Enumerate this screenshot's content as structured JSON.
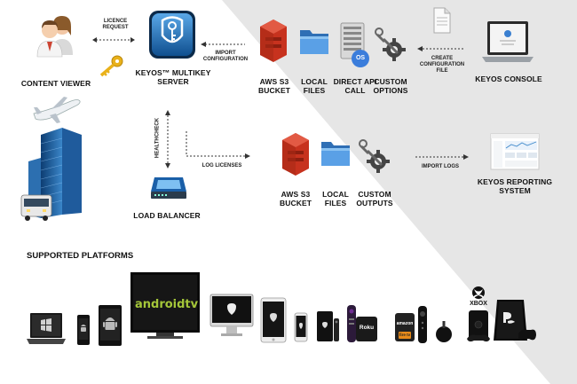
{
  "colors": {
    "background_light": "#ffffff",
    "background_grey": "#e6e6e6",
    "aws_red": "#c7321e",
    "folder_blue": "#4a8fd6",
    "keyos_blue": "#1a6fb8",
    "key_gold": "#e9b11a",
    "device_black": "#111111"
  },
  "nodes": {
    "content_viewer": "CONTENT VIEWER",
    "multikey_server": "KEYOS™ MULTIKEY\nSERVER",
    "load_balancer": "LOAD BALANCER",
    "keyos_console": "KEYOS CONSOLE",
    "reporting_system": "KEYOS REPORTING\nSYSTEM"
  },
  "config_sources": [
    {
      "label": "AWS S3\nBUCKET",
      "icon": "aws-s3-icon"
    },
    {
      "label": "LOCAL\nFILES",
      "icon": "folder-icon"
    },
    {
      "label": "DIRECT API\nCALL",
      "icon": "server-api-icon"
    },
    {
      "label": "CUSTOM\nOPTIONS",
      "icon": "gear-wrench-icon"
    }
  ],
  "log_outputs": [
    {
      "label": "AWS S3\nBUCKET",
      "icon": "aws-s3-icon"
    },
    {
      "label": "LOCAL\nFILES",
      "icon": "folder-icon"
    },
    {
      "label": "CUSTOM\nOUTPUTS",
      "icon": "gear-wrench-icon"
    }
  ],
  "arrows": {
    "licence_request": "LICENCE\nREQUEST",
    "import_configuration": "IMPORT\nCONFIGURATION",
    "create_configuration_file": "CREATE\nCONFIGURATION\nFILE",
    "healthcheck": "HEALTHCHECK",
    "log_licenses": "LOG LICENSES",
    "import_logs": "IMPORT LOGS"
  },
  "badges": {
    "os_badge": "OS"
  },
  "supported_platforms": {
    "title": "SUPPORTED PLATFORMS",
    "android_tv_label": "androidtv",
    "xbox_label": "XBOX",
    "roku_label": "Roku",
    "amazon_label": "amazon",
    "firetv_label": "fire tv",
    "devices": [
      "windows-laptop-icon",
      "android-phone-icon",
      "android-tablet-icon",
      "android-tv-icon",
      "imac-icon",
      "ipad-icon",
      "iphone-icon",
      "apple-tv-icon",
      "roku-stick-icon",
      "roku-box-icon",
      "fire-tv-icon",
      "fire-tv-remote-icon",
      "chromecast-icon",
      "xbox-icon",
      "playstation-icon"
    ]
  }
}
